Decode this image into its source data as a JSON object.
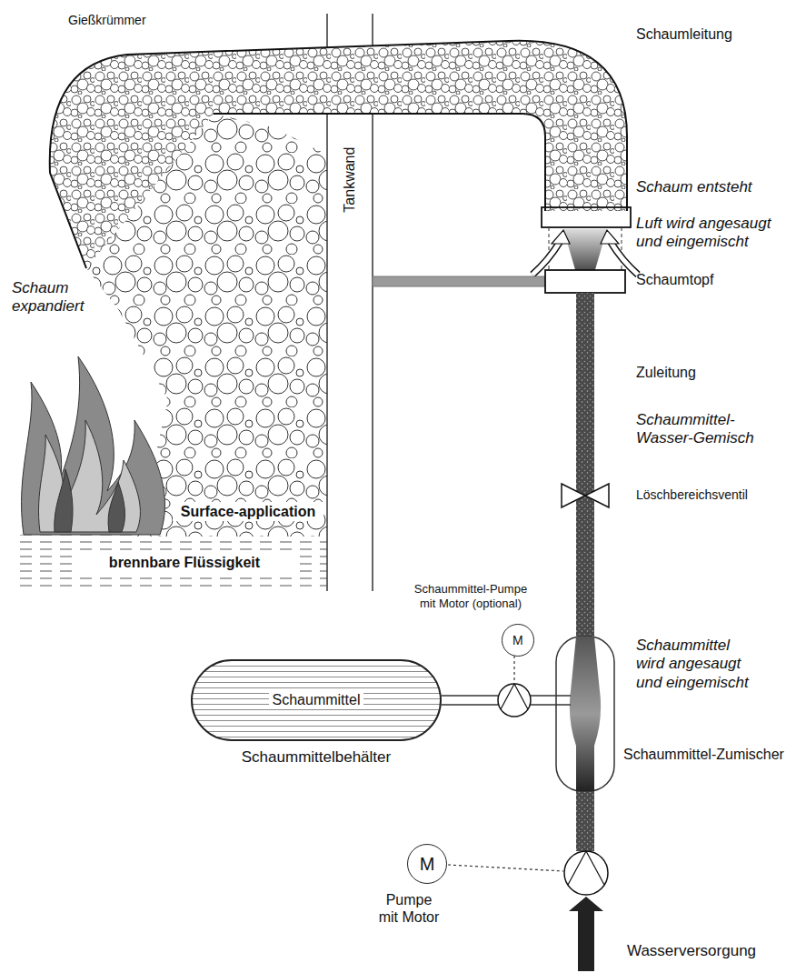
{
  "diagram": {
    "nodes": [
      {
        "text": [
          "Schaummittel",
          "Schaummittelbehälter"
        ]
      },
      {
        "text": [
          "M"
        ]
      },
      {
        "text": [
          "M"
        ]
      }
    ],
    "labels": [
      "Gießkrümmer",
      "Schaumleitung",
      "Schaum entsteht",
      "Schaum expandiert",
      "Luft wird angesaugt und eingemischt",
      "Schaumtopf",
      "Tankwand",
      "Zuleitung",
      "Surface-application",
      "Schaummittel-Wasser-Gemisch",
      "brennbare Flüssigkeit",
      "Löschbereichsventil",
      "Schaummittel-Pumpe mit Motor (optional)",
      "Schaummittel wird angesaugt und eingemischt",
      "Schaummittel-Zumischer",
      "Pumpe mit Motor",
      "Wasserversorgung"
    ]
  }
}
